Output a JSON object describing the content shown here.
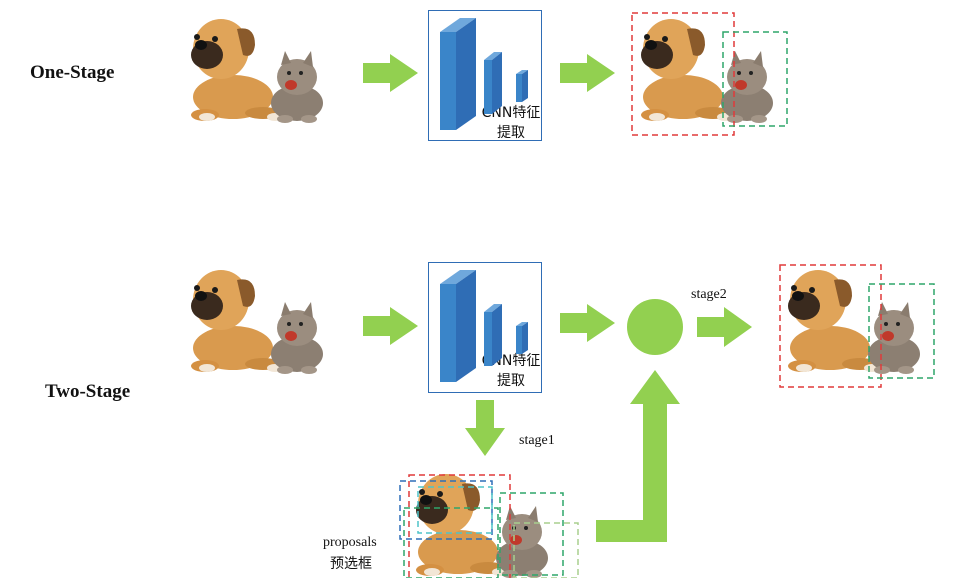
{
  "one_stage": {
    "title": "One-Stage",
    "cnn_label_line1": "CNN特征",
    "cnn_label_line2": "提取"
  },
  "two_stage": {
    "title": "Two-Stage",
    "cnn_label_line1": "CNN特征",
    "cnn_label_line2": "提取",
    "stage1_label": "stage1",
    "stage2_label": "stage2",
    "proposals_label": "proposals",
    "proposals_cn_label": "预选框"
  },
  "colors": {
    "arrow": "#92d050",
    "cnn_block": "#3a85c9",
    "cnn_border": "#2f6db5",
    "box_red": "#e03a3a",
    "box_green": "#2fa56a",
    "box_blue": "#2e6fb8",
    "box_cyan": "#4ec3c9",
    "box_lightgreen": "#a8cf8e"
  }
}
